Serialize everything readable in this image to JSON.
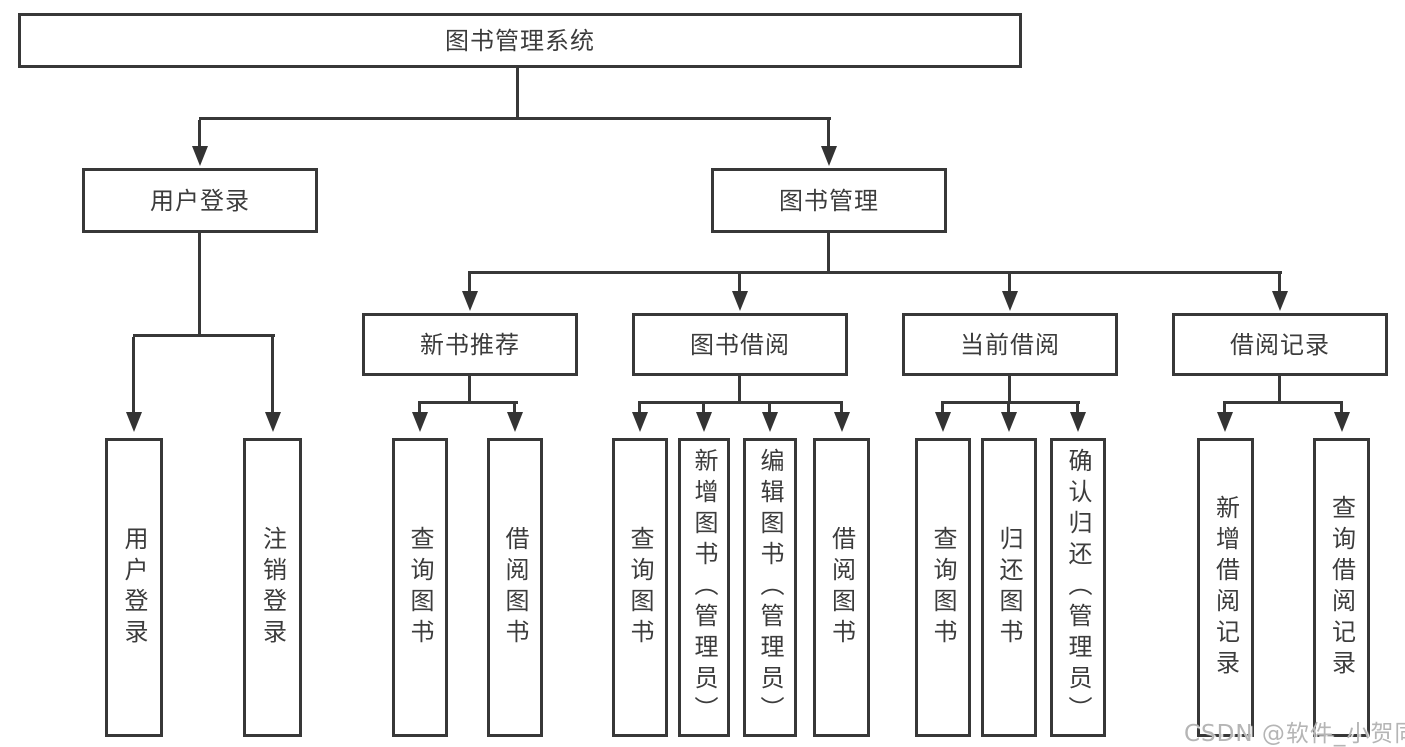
{
  "nodes": {
    "root": "图书管理系统",
    "user_login": "用户登录",
    "book_mgmt": "图书管理",
    "new_rec": "新书推荐",
    "book_borrow": "图书借阅",
    "current_borrow": "当前借阅",
    "borrow_records": "借阅记录",
    "leaf_user_login": "用户登录",
    "leaf_logout": "注销登录",
    "leaf_nr_query": "查询图书",
    "leaf_nr_borrow": "借阅图书",
    "leaf_bb_query": "查询图书",
    "leaf_bb_add": "新增图书（管理员）",
    "leaf_bb_edit": "编辑图书（管理员）",
    "leaf_bb_borrow": "借阅图书",
    "leaf_cb_query": "查询图书",
    "leaf_cb_return": "归还图书",
    "leaf_cb_confirm": "确认归还（管理员）",
    "leaf_br_add": "新增借阅记录",
    "leaf_br_query": "查询借阅记录"
  },
  "hierarchy": {
    "root": "图书管理系统",
    "children": [
      {
        "label": "用户登录",
        "children": [
          "用户登录",
          "注销登录"
        ]
      },
      {
        "label": "图书管理",
        "children": [
          {
            "label": "新书推荐",
            "children": [
              "查询图书",
              "借阅图书"
            ]
          },
          {
            "label": "图书借阅",
            "children": [
              "查询图书",
              "新增图书（管理员）",
              "编辑图书（管理员）",
              "借阅图书"
            ]
          },
          {
            "label": "当前借阅",
            "children": [
              "查询图书",
              "归还图书",
              "确认归还（管理员）"
            ]
          },
          {
            "label": "借阅记录",
            "children": [
              "新增借阅记录",
              "查询借阅记录"
            ]
          }
        ]
      }
    ]
  },
  "watermark": "CSDN @软件_小贺同学",
  "colors": {
    "line": "#383838",
    "text": "#3c3c3c",
    "background": "#ffffff",
    "watermark": "#b5b5b5"
  }
}
